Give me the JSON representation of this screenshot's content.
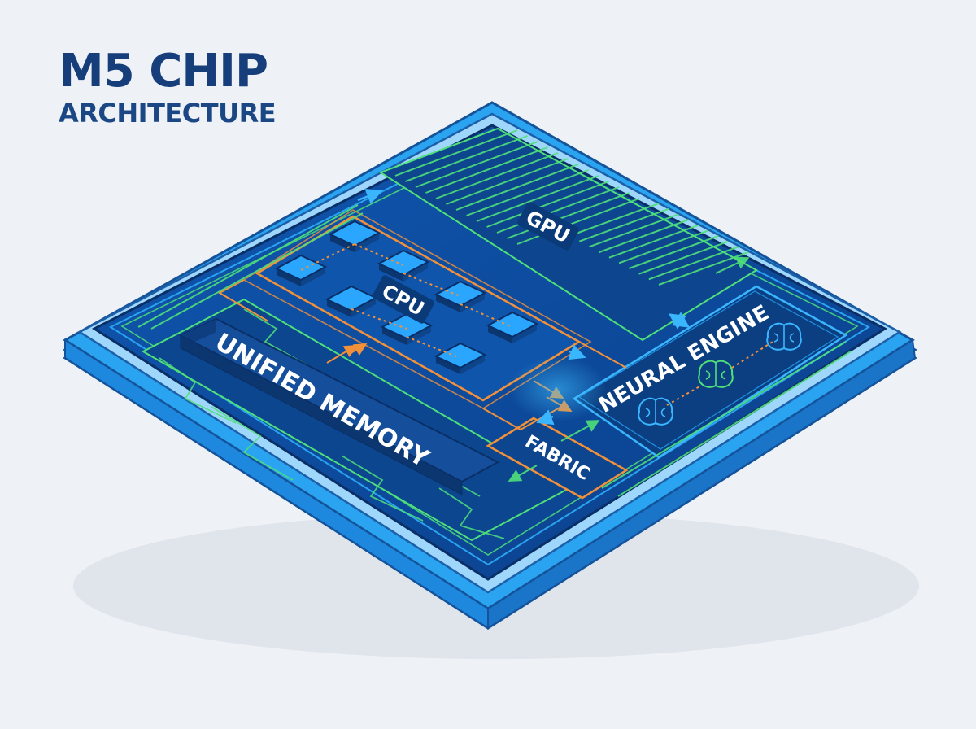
{
  "title": {
    "main": "M5 CHIP",
    "sub": "ARCHITECTURE"
  },
  "blocks": {
    "gpu": "GPU",
    "cpu": "CPU",
    "neural_engine": "NEURAL ENGINE",
    "unified_memory": "UNIFIED MEMORY",
    "fabric": "FABRIC"
  },
  "colors": {
    "background": "#eef1f5",
    "title": "#153e7a",
    "substrate": "#1f8fe0",
    "die": "#0d4a9c",
    "trace_green": "#4fe07a",
    "trace_orange": "#f2913a",
    "core": "#2aa6ff",
    "arrow_blue": "#3ab6ff"
  },
  "icons": [
    "brain-icon",
    "brain-icon",
    "brain-icon"
  ]
}
